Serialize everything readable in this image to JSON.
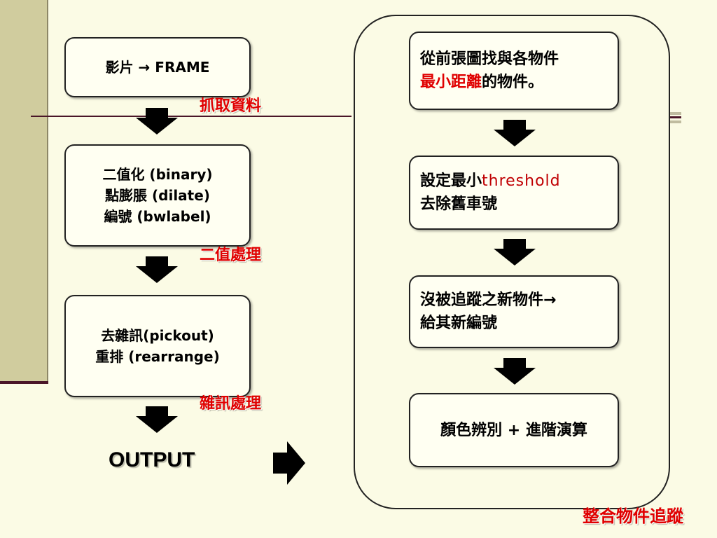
{
  "left_boxes": [
    {
      "lines": [
        "影片 → FRAME"
      ]
    },
    {
      "lines": [
        "二值化 (binary)",
        "點膨脹 (dilate)",
        "編號 (bwlabel)"
      ]
    },
    {
      "lines": [
        "去雜訊(pickout)",
        "重排 (rearrange)"
      ]
    }
  ],
  "left_labels": [
    "抓取資料",
    "二值處理",
    "雜訊處理"
  ],
  "output_label": "OUTPUT",
  "right_boxes": [
    {
      "line1": "從前張圖找與各物件",
      "line2_red": "最小距離",
      "line2_rest": "的物件。"
    },
    {
      "line1_a": "設定最小",
      "line1_b": "threshold",
      "line2": "去除舊車號"
    },
    {
      "line1": "沒被追蹤之新物件→",
      "line2": "給其新編號"
    },
    {
      "line1": "顏色辨別 + 進階演算"
    }
  ],
  "right_label": "整合物件追蹤",
  "colors": {
    "background": "#fbfbe5",
    "accent_red": "#e00000",
    "stripe": "#d0cc9e",
    "line": "#4a1628"
  }
}
